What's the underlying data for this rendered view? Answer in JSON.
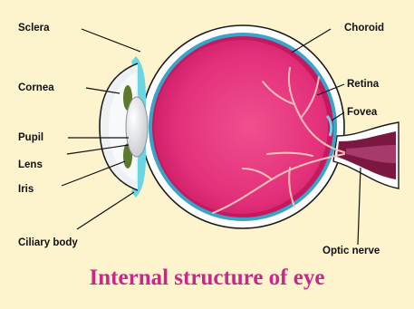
{
  "labels": {
    "sclera": "Sclera",
    "cornea": "Cornea",
    "pupil": "Pupil",
    "lens": "Lens",
    "iris": "Iris",
    "ciliary_body": "Ciliary body",
    "choroid": "Choroid",
    "retina": "Retina",
    "fovea": "Fovea",
    "optic_nerve": "Optic nerve"
  },
  "caption": "Internal structure of eye",
  "colors": {
    "background": "#fdf3cc",
    "caption": "#c8288a",
    "sclera": "#ffffff",
    "choroid": "#3aa3c8",
    "retina": "#d11a68",
    "vitreous": "#e6337a",
    "optic_nerve": "#7a1842",
    "iris": "#5c7a2a",
    "cornea_tint": "#6ad6e4"
  }
}
